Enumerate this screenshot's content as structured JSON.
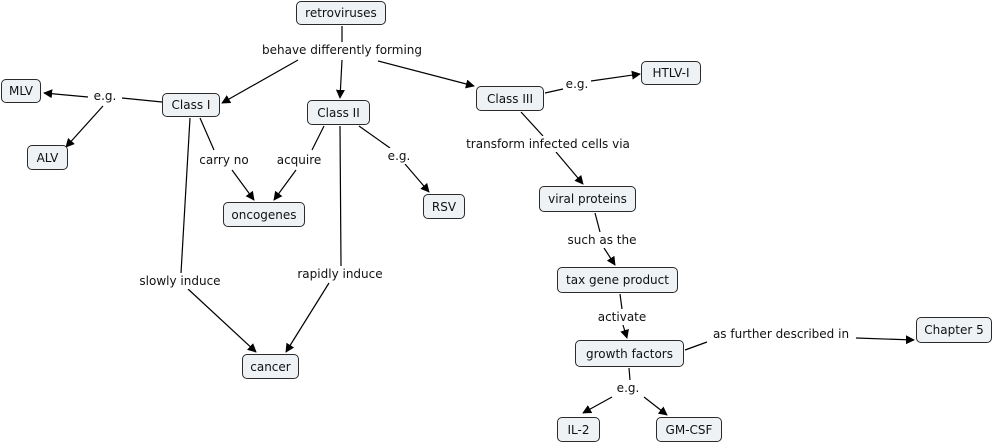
{
  "nodes": {
    "retroviruses": "retroviruses",
    "class1": "Class I",
    "class2": "Class II",
    "class3": "Class III",
    "mlv": "MLV",
    "alv": "ALV",
    "htlv": "HTLV-I",
    "oncogenes": "oncogenes",
    "rsv": "RSV",
    "viral_proteins": "viral proteins",
    "tax": "tax gene product",
    "growth_factors": "growth factors",
    "chapter5": "Chapter 5",
    "cancer": "cancer",
    "il2": "IL-2",
    "gmcsf": "GM-CSF"
  },
  "links": {
    "behave": "behave differently forming",
    "eg_class1": "e.g.",
    "eg_class3": "e.g.",
    "carry_no": "carry no",
    "acquire": "acquire",
    "eg_class2": "e.g.",
    "transform": "transform infected cells via",
    "such_as": "such as the",
    "activate": "activate",
    "further": "as further described in",
    "eg_growth": "e.g.",
    "slowly": "slowly induce",
    "rapidly": "rapidly induce"
  }
}
